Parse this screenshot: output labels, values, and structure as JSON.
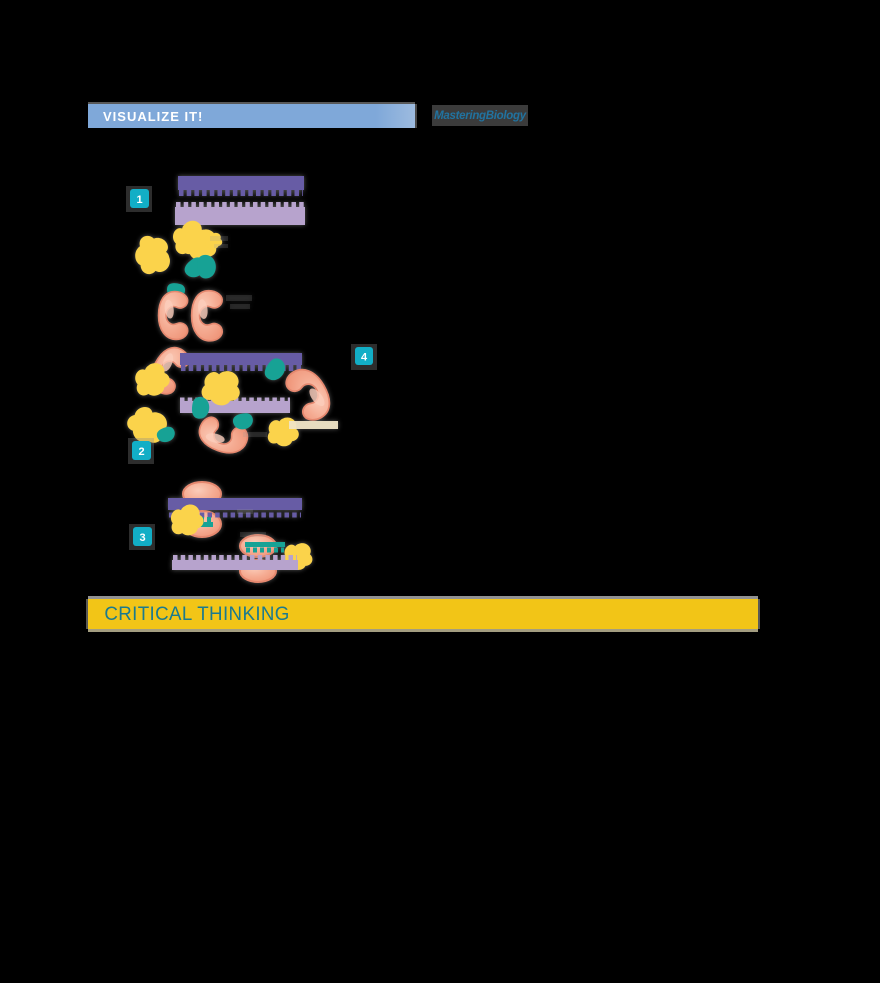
{
  "header": {
    "visualize_label": "VISUALIZE IT!",
    "visualize_bg": "#7FA8D9",
    "logo_label": "MasteringBiology",
    "logo_color": "#2173A0",
    "logo_bg": "#3B3B3B"
  },
  "figure": {
    "badge_color": "#12AEC6",
    "steps": [
      {
        "number": "1"
      },
      {
        "number": "2"
      },
      {
        "number": "3"
      },
      {
        "number": "4"
      }
    ],
    "colors": {
      "parental_strand": "#675CA5",
      "daughter_strand": "#B7A3CD",
      "polymerase_pink": "#F2A58C",
      "polymerase_outline": "#E5886F",
      "nucleotide_yellow": "#FBD34B",
      "nucleotide_teal": "#17A295",
      "highlight_beige": "#EFE4C6"
    }
  },
  "footer": {
    "critical_thinking_label": "CRITICAL THINKING",
    "banner_bg": "#F2C517",
    "text_color": "#1B7A8E"
  }
}
